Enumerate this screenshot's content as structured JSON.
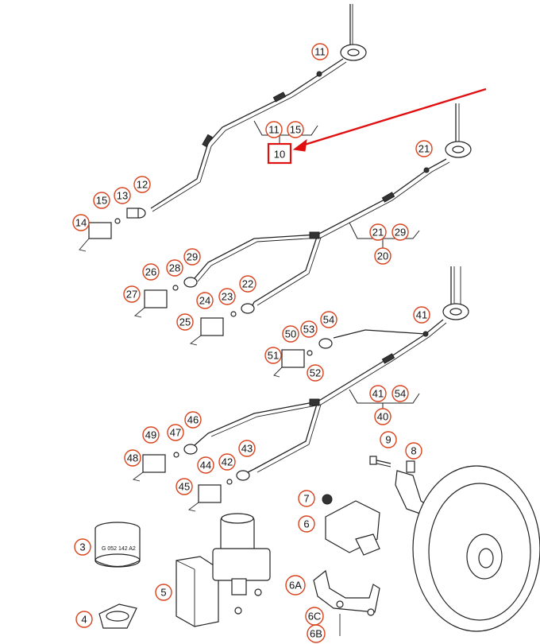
{
  "callouts": {
    "c11a": "11",
    "c15a": "15",
    "c13": "13",
    "c12": "12",
    "c14": "14",
    "g10_11": "11",
    "g10_15": "15",
    "g10_main": "10",
    "c21a": "21",
    "g20_21": "21",
    "g20_29": "29",
    "g20_main": "20",
    "c26": "26",
    "c28": "28",
    "c29": "29",
    "c27": "27",
    "c24": "24",
    "c23": "23",
    "c22": "22",
    "c25": "25",
    "c41a": "41",
    "c50": "50",
    "c53": "53",
    "c54": "54",
    "c51": "51",
    "c52": "52",
    "g40_41": "41",
    "g40_54": "54",
    "g40_main": "40",
    "c49": "49",
    "c47": "47",
    "c46": "46",
    "c48": "48",
    "c44": "44",
    "c42": "42",
    "c43": "43",
    "c45": "45",
    "c9": "9",
    "c8": "8",
    "c7": "7",
    "c6": "6",
    "c3": "3",
    "c5": "5",
    "c4": "4",
    "c6A": "6A",
    "c6C": "6C",
    "c6B": "6B"
  },
  "part_label_3": "G 052 142 A2",
  "highlight_color": "#e01010",
  "callout_color": "#d9421c"
}
